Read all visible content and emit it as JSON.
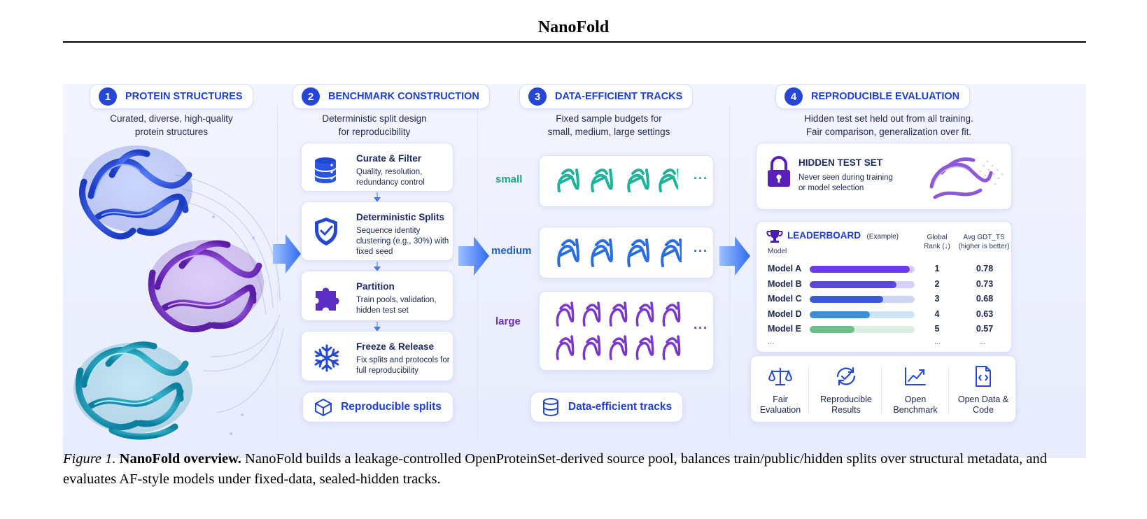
{
  "header": {
    "title": "NanoFold"
  },
  "figure": {
    "sections": [
      {
        "num": "1",
        "title": "PROTEIN STRUCTURES",
        "subtitle": [
          "Curated, diverse, high-quality",
          "protein structures"
        ]
      },
      {
        "num": "2",
        "title": "BENCHMARK CONSTRUCTION",
        "subtitle": [
          "Deterministic split design",
          "for reproducibility"
        ]
      },
      {
        "num": "3",
        "title": "DATA-EFFICIENT TRACKS",
        "subtitle": [
          "Fixed sample budgets for",
          "small, medium, large settings"
        ]
      },
      {
        "num": "4",
        "title": "REPRODUCIBLE EVALUATION",
        "subtitle": [
          "Hidden test set held out from all training.",
          "Fair comparison, generalization over fit."
        ]
      }
    ],
    "steps": [
      {
        "title": "Curate & Filter",
        "desc": "Quality, resolution, redundancy control",
        "icon": "database-icon"
      },
      {
        "title": "Deterministic Splits",
        "desc": "Sequence identity clustering (e.g., 30%) with fixed seed",
        "icon": "shield-check-icon"
      },
      {
        "title": "Partition",
        "desc": "Train pools, validation, hidden test set",
        "icon": "puzzle-icon"
      },
      {
        "title": "Freeze & Release",
        "desc": "Fix splits and protocols for full reproducibility",
        "icon": "snowflake-icon"
      }
    ],
    "bottom_pills": {
      "splits": "Reproducible splits",
      "tracks": "Data-efficient tracks"
    },
    "tracks": [
      {
        "label": "small",
        "color": "#1fa38a"
      },
      {
        "label": "medium",
        "color": "#1d5fd0"
      },
      {
        "label": "large",
        "color": "#6b2fc0"
      }
    ],
    "ellipsis": "···",
    "hidden_test": {
      "title": "HIDDEN TEST SET",
      "desc": "Never seen during training or model selection"
    },
    "leaderboard": {
      "title": "LEADERBOARD",
      "title_note": "(Example)",
      "col_model": "Model",
      "col_rank": "Global Rank (↓)",
      "col_score": "Avg GDT_TS (higher is better)",
      "rows": [
        {
          "model": "Model A",
          "rank": "1",
          "score": "0.78",
          "value": 0.78,
          "color": "#6c3ce0"
        },
        {
          "model": "Model B",
          "rank": "2",
          "score": "0.73",
          "value": 0.73,
          "color": "#5a48dc"
        },
        {
          "model": "Model C",
          "rank": "3",
          "score": "0.68",
          "value": 0.68,
          "color": "#3d5ad6"
        },
        {
          "model": "Model D",
          "rank": "4",
          "score": "0.63",
          "value": 0.63,
          "color": "#3a8fd8"
        },
        {
          "model": "Model E",
          "rank": "5",
          "score": "0.57",
          "value": 0.57,
          "color": "#6cbf86"
        }
      ],
      "more": "..."
    },
    "badges": [
      {
        "label": "Fair Evaluation",
        "icon": "scales-icon"
      },
      {
        "label": "Reproducible Results",
        "icon": "refresh-check-icon"
      },
      {
        "label": "Open Benchmark",
        "icon": "trend-chart-icon"
      },
      {
        "label": "Open Data & Code",
        "icon": "code-file-icon"
      }
    ],
    "colors": {
      "accent": "#2646d8",
      "protein_blue": "#2a4fd6",
      "protein_purple": "#7b2fc7",
      "protein_cyan": "#1aa7c0"
    }
  },
  "caption": {
    "label": "Figure 1.",
    "bold": "NanoFold overview.",
    "text": "NanoFold builds a leakage-controlled OpenProteinSet-derived source pool, balances train/public/hidden splits over structural metadata, and evaluates AF-style models under fixed-data, sealed-hidden tracks."
  }
}
